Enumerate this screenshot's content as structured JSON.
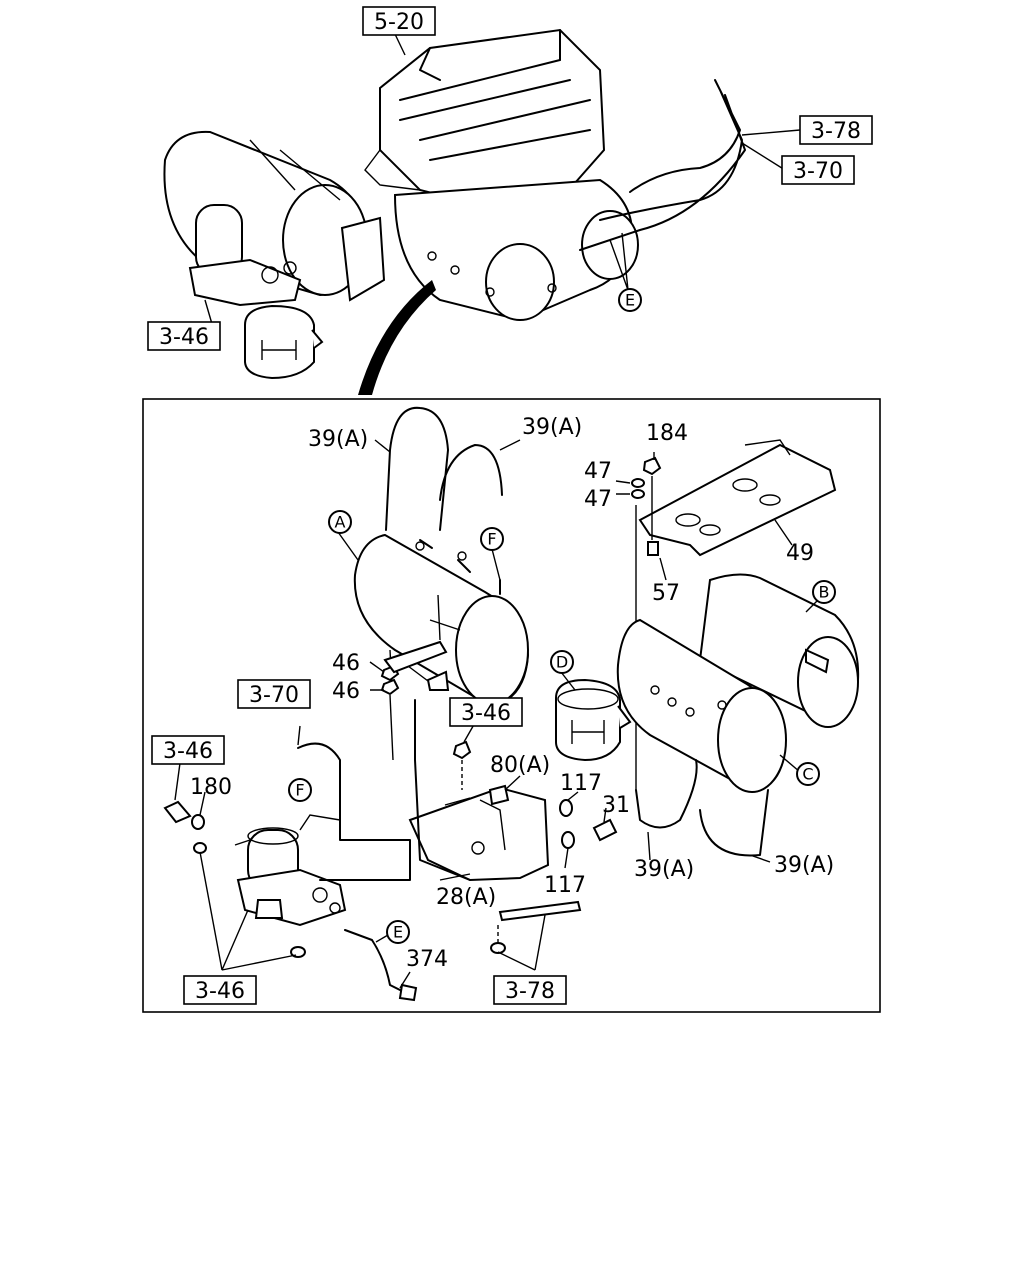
{
  "overview": {
    "refs": [
      {
        "text": "5-20"
      },
      {
        "text": "3-78"
      },
      {
        "text": "3-70"
      },
      {
        "text": "3-46"
      }
    ],
    "callouts": [
      {
        "letter": "E"
      }
    ]
  },
  "detail": {
    "part_labels": [
      {
        "text": "39(A)"
      },
      {
        "text": "39(A)"
      },
      {
        "text": "184"
      },
      {
        "text": "47"
      },
      {
        "text": "47"
      },
      {
        "text": "49"
      },
      {
        "text": "57"
      },
      {
        "text": "46"
      },
      {
        "text": "46"
      },
      {
        "text": "80(A)"
      },
      {
        "text": "117"
      },
      {
        "text": "31"
      },
      {
        "text": "117"
      },
      {
        "text": "39(A)"
      },
      {
        "text": "39(A)"
      },
      {
        "text": "28(A)"
      },
      {
        "text": "180"
      },
      {
        "text": "374"
      }
    ],
    "refs": [
      {
        "text": "3-70"
      },
      {
        "text": "3-46"
      },
      {
        "text": "3-46"
      },
      {
        "text": "3-46"
      },
      {
        "text": "3-78"
      }
    ],
    "callouts": [
      {
        "letter": "A"
      },
      {
        "letter": "F"
      },
      {
        "letter": "B"
      },
      {
        "letter": "D"
      },
      {
        "letter": "C"
      },
      {
        "letter": "F"
      },
      {
        "letter": "E"
      }
    ]
  }
}
